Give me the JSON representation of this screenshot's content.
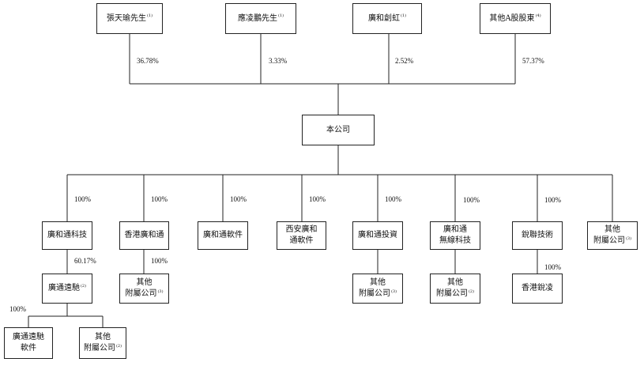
{
  "shareholders": [
    {
      "name": "張天瑜先生",
      "note": "(1)",
      "pct": "36.78%"
    },
    {
      "name": "應凌鵬先生",
      "note": "(1)",
      "pct": "3.33%"
    },
    {
      "name": "廣和創虹",
      "note": "(1)",
      "pct": "2.52%"
    },
    {
      "name": "其他A股股東",
      "note": "(4)",
      "pct": "57.37%"
    }
  ],
  "company": {
    "name": "本公司"
  },
  "subsidiaries": [
    {
      "line1": "廣和通科技",
      "line2": "",
      "note": "",
      "pct": "100%"
    },
    {
      "line1": "香港廣和通",
      "line2": "",
      "note": "",
      "pct": "100%"
    },
    {
      "line1": "廣和通軟件",
      "line2": "",
      "note": "",
      "pct": "100%"
    },
    {
      "line1": "西安廣和",
      "line2": "通軟件",
      "note": "",
      "pct": "100%"
    },
    {
      "line1": "廣和通投資",
      "line2": "",
      "note": "",
      "pct": "100%"
    },
    {
      "line1": "廣和通",
      "line2": "無線科技",
      "note": "",
      "pct": "100%"
    },
    {
      "line1": "銳聯技術",
      "line2": "",
      "note": "",
      "pct": "100%"
    },
    {
      "line1": "其他",
      "line2": "附屬公司",
      "note": "(3)",
      "pct": ""
    }
  ],
  "level3": {
    "guangtong": {
      "name": "廣通遠馳",
      "note": "(2)",
      "pct": "60.17%"
    },
    "hk_other": {
      "line1": "其他",
      "line2": "附屬公司",
      "note": "(3)",
      "pct": "100%"
    },
    "inv_other": {
      "line1": "其他",
      "line2": "附屬公司",
      "note": "(3)"
    },
    "wireless_other": {
      "line1": "其他",
      "line2": "附屬公司",
      "note": "(2)"
    },
    "rl_hk": {
      "name": "香港銳凌",
      "pct": "100%"
    }
  },
  "level4": {
    "pct": "100%",
    "software": {
      "line1": "廣通遠馳",
      "line2": "軟件"
    },
    "other": {
      "line1": "其他",
      "line2": "附屬公司",
      "note": "(2)"
    }
  }
}
